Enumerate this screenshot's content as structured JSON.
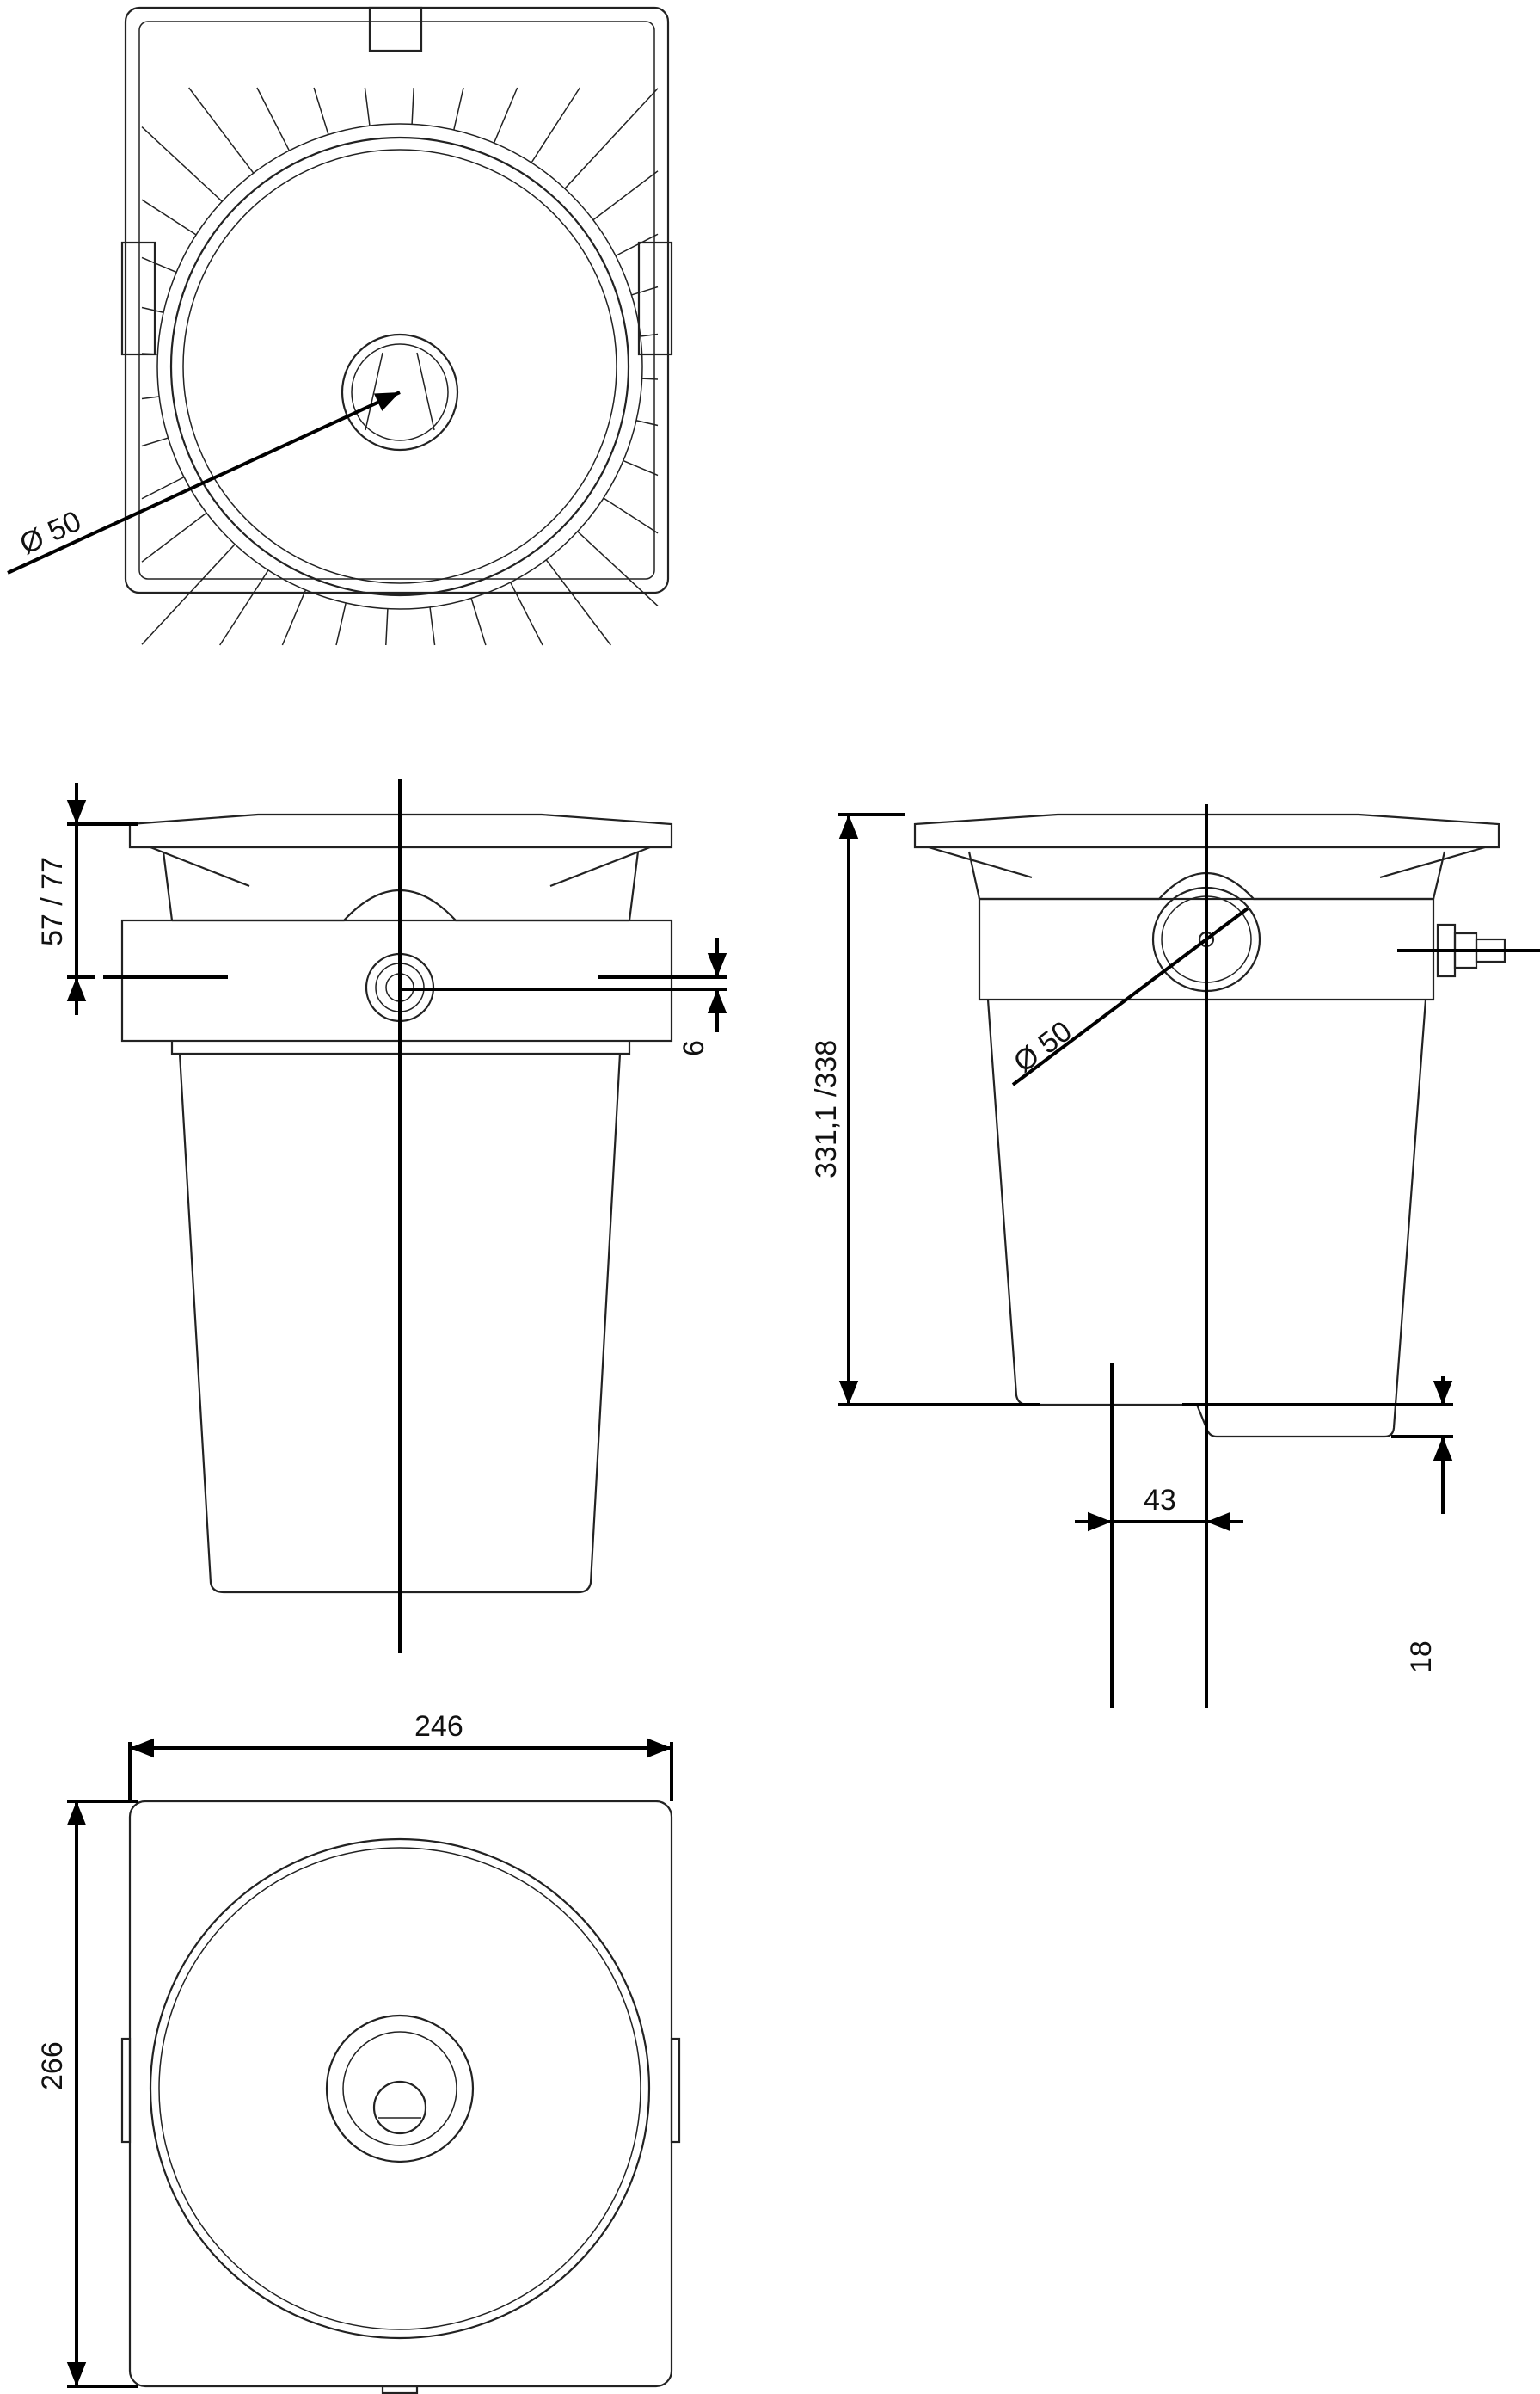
{
  "drawing": {
    "top_view": {
      "diameter_label": "Ø 50"
    },
    "front_view": {
      "dim_height_flange": "57 / 77",
      "dim_offset": "6"
    },
    "side_view": {
      "diameter_label": "Ø 50",
      "dim_height": "331,1",
      "dim_height_alt": "/338",
      "dim_offset_x": "43",
      "dim_bottom": "18"
    },
    "bottom_view": {
      "dim_width": "246",
      "dim_depth": "266"
    }
  }
}
